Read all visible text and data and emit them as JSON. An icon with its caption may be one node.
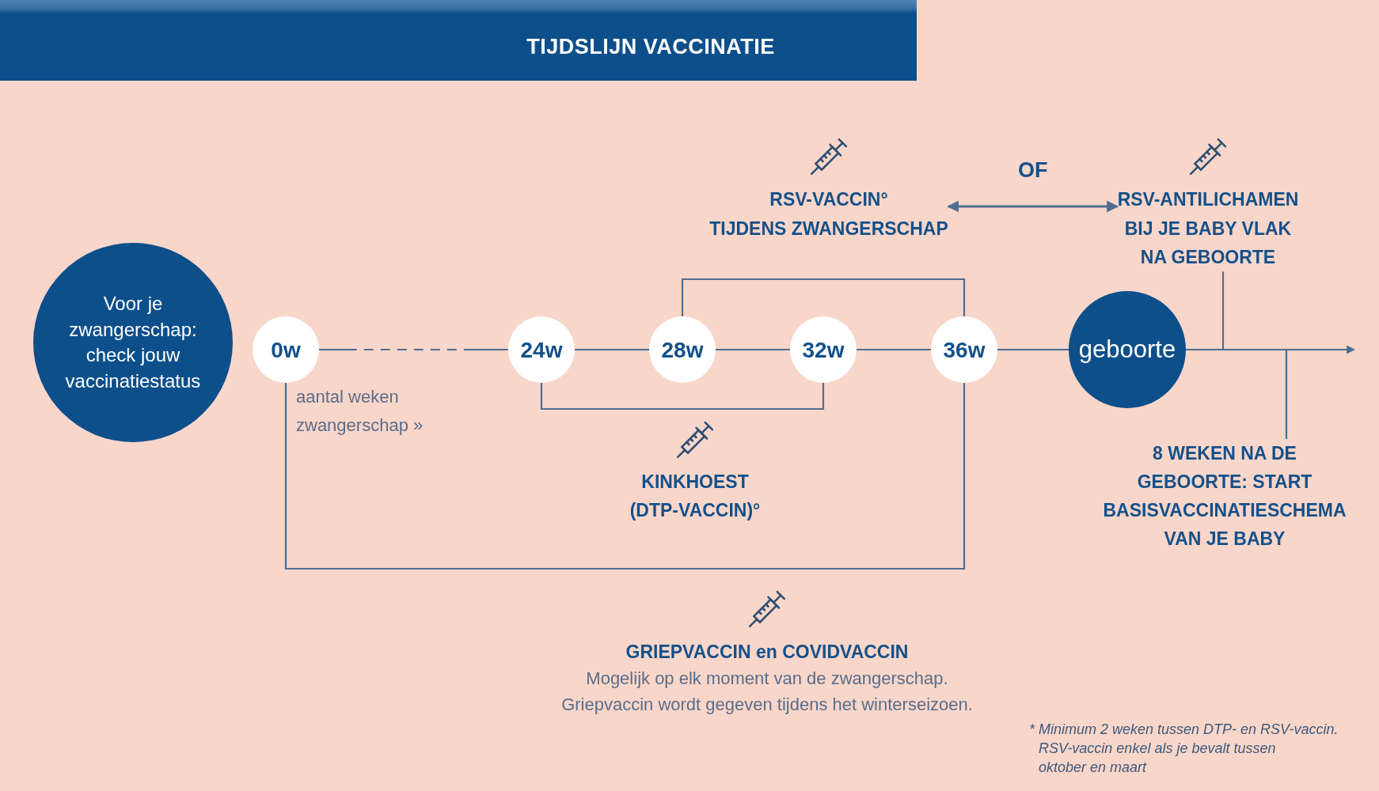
{
  "diagram": {
    "title": "TIJDSLIJN VACCINATIE",
    "nodes": [
      {
        "text": [
          "RSV-VACCIN° TIJDENS ZWANGERSCHAP"
        ]
      },
      {
        "text": [
          "RSV-ANTILICHAMEN BIJ JE BABY VLAK NA GEBOORTE"
        ]
      },
      {
        "text": [
          "Voor je zwangerschap: check jouw vaccinatiestatus"
        ]
      },
      {
        "text": [
          "0w"
        ]
      },
      {
        "text": [
          "24w"
        ]
      },
      {
        "text": [
          "28w"
        ]
      },
      {
        "text": [
          "32w"
        ]
      },
      {
        "text": [
          "36w"
        ]
      },
      {
        "text": [
          "geboorte"
        ]
      },
      {
        "text": [
          "8 WEKEN NA DE GEBOORTE: START BASISVACCINATIESCHEMA VAN JE BABY"
        ]
      }
    ],
    "edges": [
      {
        "from": 0,
        "to": 1,
        "arrow": "both",
        "label": "OF"
      },
      {
        "from": 3,
        "to": 4,
        "arrow": "none",
        "style": "dashed"
      },
      {
        "from": 4,
        "to": 5,
        "arrow": "none"
      },
      {
        "from": 5,
        "to": 6,
        "arrow": "none"
      },
      {
        "from": 6,
        "to": 7,
        "arrow": "none"
      },
      {
        "from": 7,
        "to": 8,
        "arrow": "none"
      },
      {
        "from": 8,
        "to": null,
        "arrow": "to"
      },
      {
        "from": 5,
        "to": 7,
        "arrow": "none"
      },
      {
        "from": 4,
        "to": 6,
        "arrow": "none"
      },
      {
        "from": 3,
        "to": 7,
        "arrow": "none"
      },
      {
        "from": 1,
        "to": null,
        "arrow": "none"
      },
      {
        "from": 9,
        "to": null,
        "arrow": "none"
      }
    ],
    "labels": [
      "aantal weken zwangerschap »",
      "KINKHOEST (DTP-VACCIN)°",
      "GRIEPVACCIN en COVIDVACCIN",
      "Mogelijk op elk moment van de zwangerschap. Griepvaccin wordt gegeven tijdens het winterseizoen.",
      "* Minimum 2 weken tussen DTP- en RSV-vaccin. RSV-vaccin enkel als je bevalt tussen oktober en maart"
    ]
  }
}
